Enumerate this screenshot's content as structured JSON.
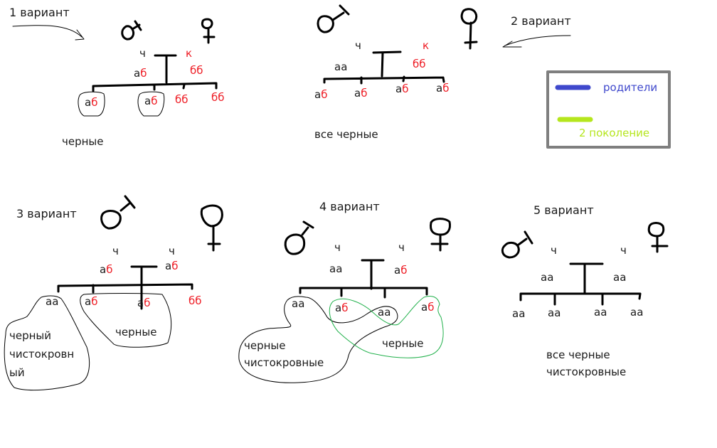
{
  "legend": {
    "items": [
      {
        "label": "родители",
        "color": "#3f48cc"
      },
      {
        "label": "2 поколение",
        "color": "#b5e61d"
      }
    ],
    "border_color": "#7f7f7f"
  },
  "colors": {
    "dominant_allele": "#1a1a1a",
    "recessive_allele": "#ee1c24",
    "group_outline_green": "#22b14c"
  },
  "variants": [
    {
      "title": "1 вариант",
      "male": {
        "phenotype": "ч",
        "genotype": [
          "а",
          "б"
        ]
      },
      "female": {
        "phenotype": "к",
        "genotype": [
          "б",
          "б"
        ]
      },
      "offspring": [
        [
          "а",
          "б"
        ],
        [
          "а",
          "б"
        ],
        [
          "б",
          "б"
        ],
        [
          "б",
          "б"
        ]
      ],
      "groups": [
        "черные"
      ]
    },
    {
      "title": "2 вариант",
      "male": {
        "phenotype": "ч",
        "genotype": [
          "а",
          "а"
        ]
      },
      "female": {
        "phenotype": "к",
        "genotype": [
          "б",
          "б"
        ]
      },
      "offspring": [
        [
          "а",
          "б"
        ],
        [
          "а",
          "б"
        ],
        [
          "а",
          "б"
        ],
        [
          "а",
          "б"
        ]
      ],
      "groups": [
        "все черные"
      ]
    },
    {
      "title": "3 вариант",
      "male": {
        "phenotype": "ч",
        "genotype": [
          "а",
          "б"
        ]
      },
      "female": {
        "phenotype": "ч",
        "genotype": [
          "а",
          "б"
        ]
      },
      "offspring": [
        [
          "а",
          "а"
        ],
        [
          "а",
          "б"
        ],
        [
          "а",
          "б"
        ],
        [
          "б",
          "б"
        ]
      ],
      "groups": [
        "черный чистокровный",
        "черные"
      ],
      "group_lines": [
        [
          "черный",
          "чистокровн",
          "ый"
        ]
      ]
    },
    {
      "title": "4 вариант",
      "male": {
        "phenotype": "ч",
        "genotype": [
          "а",
          "а"
        ]
      },
      "female": {
        "phenotype": "ч",
        "genotype": [
          "а",
          "б"
        ]
      },
      "offspring": [
        [
          "а",
          "а"
        ],
        [
          "а",
          "б"
        ],
        [
          "а",
          "а"
        ],
        [
          "а",
          "б"
        ]
      ],
      "groups": [
        "черные чистокровные",
        "черные"
      ],
      "group_lines": [
        [
          "черные",
          "чистокровные"
        ]
      ]
    },
    {
      "title": "5 вариант",
      "male": {
        "phenotype": "ч",
        "genotype": [
          "а",
          "а"
        ]
      },
      "female": {
        "phenotype": "ч",
        "genotype": [
          "а",
          "а"
        ]
      },
      "offspring": [
        [
          "а",
          "а"
        ],
        [
          "а",
          "а"
        ],
        [
          "а",
          "а"
        ],
        [
          "а",
          "а"
        ]
      ],
      "groups": [
        "все черные чистокровные"
      ],
      "group_lines": [
        [
          "все черные",
          "чистокровные"
        ]
      ]
    }
  ]
}
